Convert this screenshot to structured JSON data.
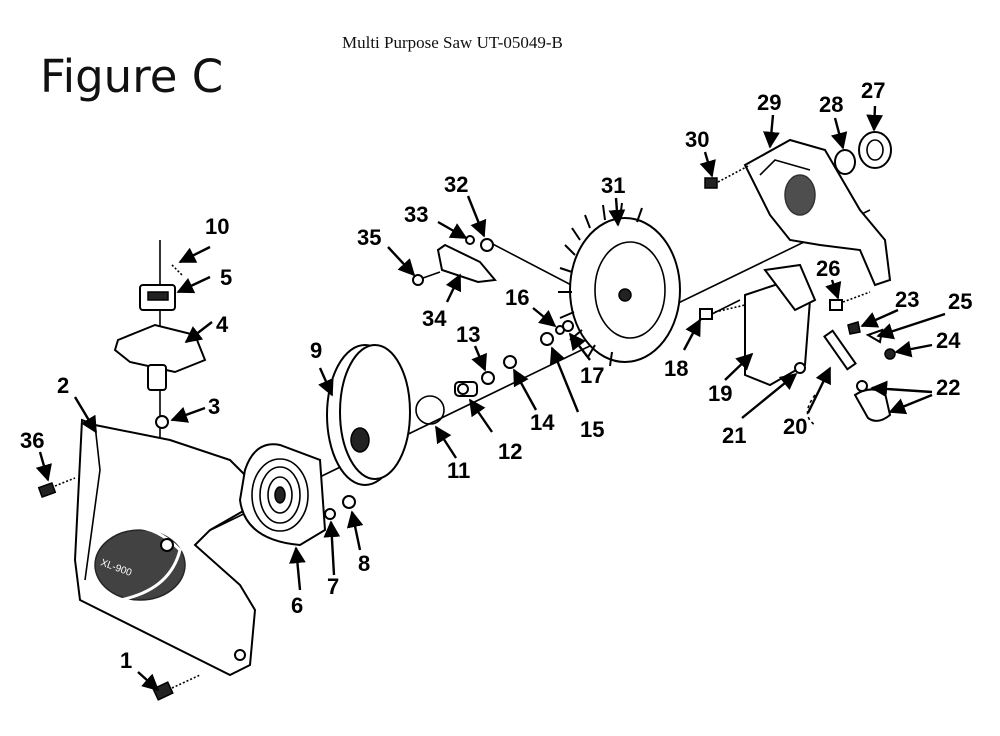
{
  "header": {
    "title": "Multi Purpose Saw UT-05049-B",
    "figure_label": "Figure C"
  },
  "callouts": [
    "1",
    "2",
    "3",
    "4",
    "5",
    "6",
    "7",
    "8",
    "9",
    "10",
    "11",
    "12",
    "13",
    "14",
    "15",
    "16",
    "17",
    "18",
    "19",
    "20",
    "21",
    "22",
    "23",
    "24",
    "25",
    "26",
    "27",
    "28",
    "29",
    "30",
    "31",
    "32",
    "33",
    "34",
    "35",
    "36"
  ]
}
